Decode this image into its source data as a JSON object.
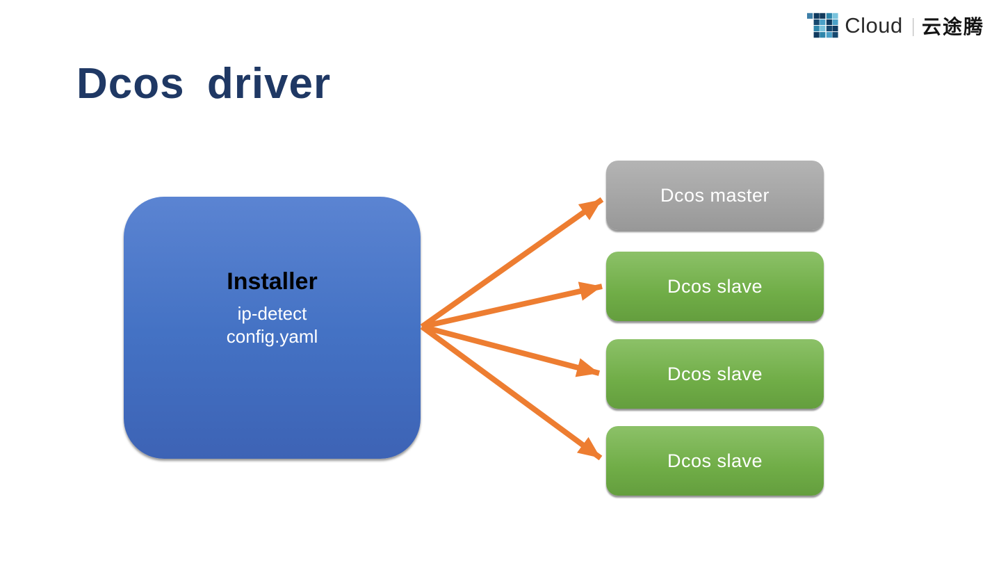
{
  "header": {
    "logo": {
      "icon": "t2cloud-mosaic-icon",
      "brand": "Cloud",
      "separator": "|",
      "brand_cn": "云途腾"
    }
  },
  "slide": {
    "title": "Dcos driver"
  },
  "diagram": {
    "installer": {
      "title": "Installer",
      "line1": "ip-detect",
      "line2": "config.yaml",
      "color": "#4472C4",
      "title_color": "#000000",
      "line_color": "#ffffff"
    },
    "nodes": [
      {
        "label": "Dcos master",
        "role": "master",
        "color": "#A5A5A5",
        "text_color": "#ffffff"
      },
      {
        "label": "Dcos slave",
        "role": "slave",
        "color": "#70AD47",
        "text_color": "#ffffff"
      },
      {
        "label": "Dcos slave",
        "role": "slave",
        "color": "#70AD47",
        "text_color": "#ffffff"
      },
      {
        "label": "Dcos slave",
        "role": "slave",
        "color": "#70AD47",
        "text_color": "#ffffff"
      }
    ],
    "arrows": {
      "color": "#ED7D31"
    },
    "title_color": "#1F3864"
  }
}
